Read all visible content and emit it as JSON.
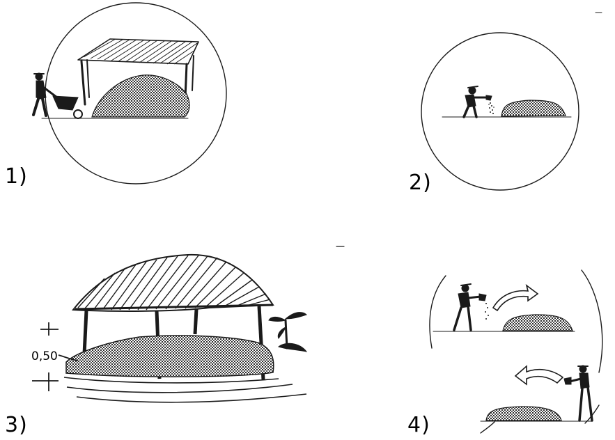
{
  "panels": [
    {
      "label": "1)",
      "icon": "shed-compost-heap-with-wheelbarrow"
    },
    {
      "label": "2)",
      "icon": "worker-shoveling-onto-heap"
    },
    {
      "label": "3)",
      "icon": "thatched-shelter-over-compost-pile"
    },
    {
      "label": "4)",
      "icon": "turning-the-compost-pile"
    }
  ],
  "annotations": {
    "height_mark": "0,50"
  }
}
